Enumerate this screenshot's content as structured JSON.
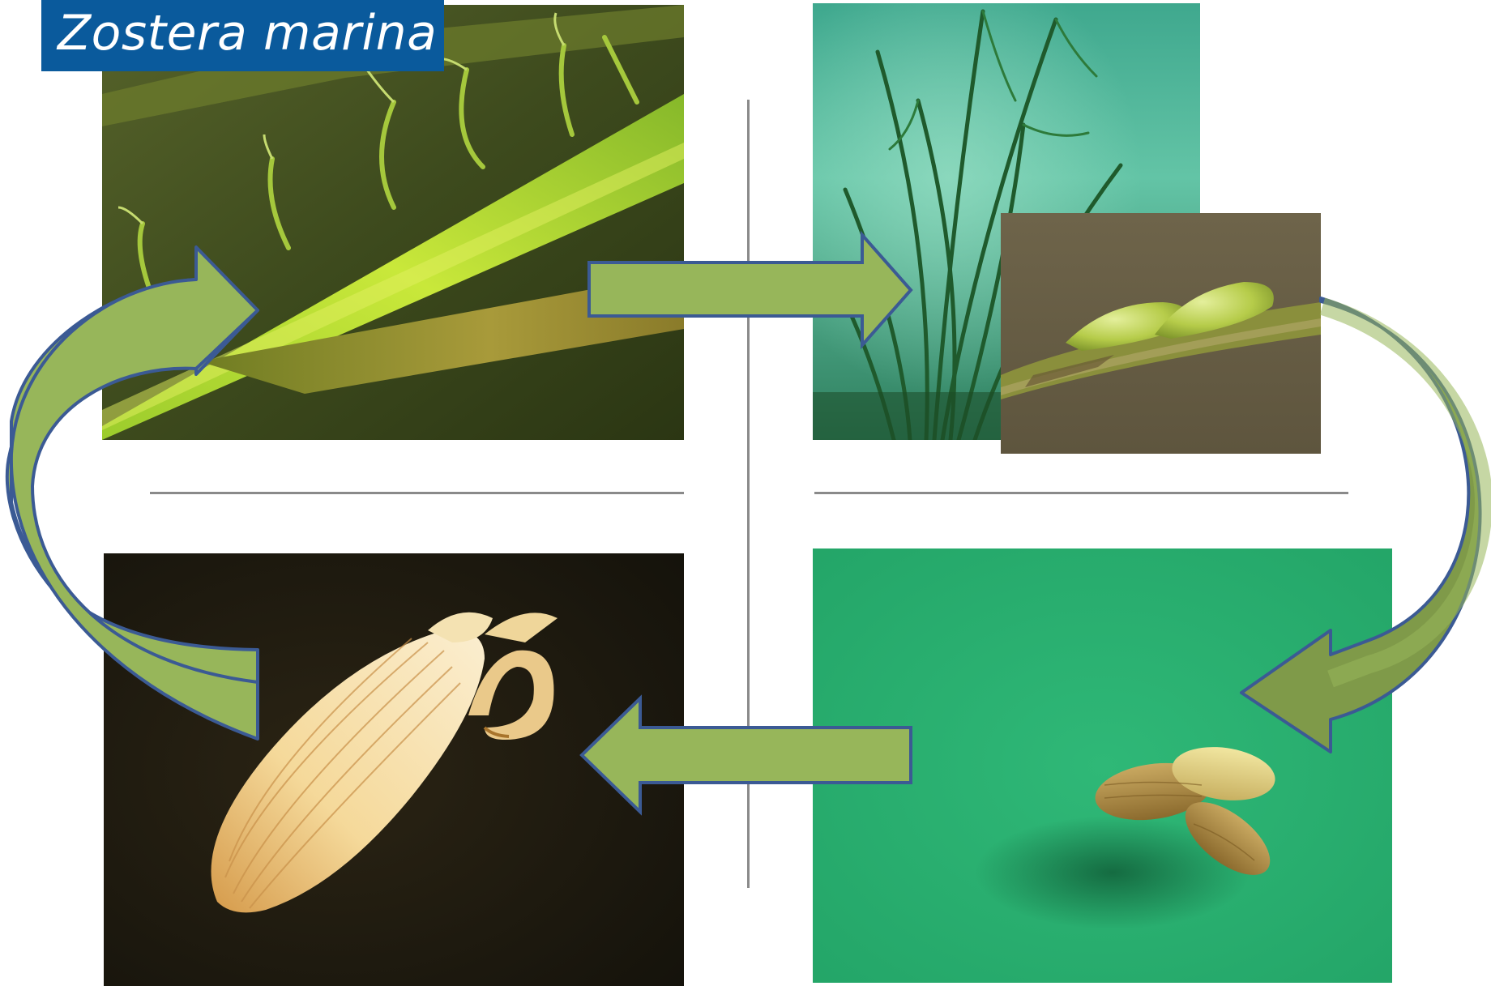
{
  "diagram": {
    "title": "Zostera marina",
    "colors": {
      "title_background": "#0a5a9c",
      "title_text": "#ffffff",
      "arrow_fill": "#97b65a",
      "arrow_stroke": "#3b5a94",
      "divider": "#8a8a8a"
    },
    "stages": [
      {
        "icon": "flowering-shoot-photo"
      },
      {
        "icon": "eelgrass-meadow-photo"
      },
      {
        "icon": "seed-on-leaf-photo"
      },
      {
        "icon": "loose-seeds-photo"
      },
      {
        "icon": "germinating-seedling-photo"
      }
    ],
    "arrows": [
      {
        "icon": "right-arrow",
        "from": "flowering-shoot-photo",
        "to": "eelgrass-meadow-photo"
      },
      {
        "icon": "curved-down-arrow",
        "from": "seed-on-leaf-photo",
        "to": "loose-seeds-photo"
      },
      {
        "icon": "left-arrow",
        "from": "loose-seeds-photo",
        "to": "germinating-seedling-photo"
      },
      {
        "icon": "curved-up-arrow",
        "from": "germinating-seedling-photo",
        "to": "flowering-shoot-photo"
      }
    ]
  }
}
